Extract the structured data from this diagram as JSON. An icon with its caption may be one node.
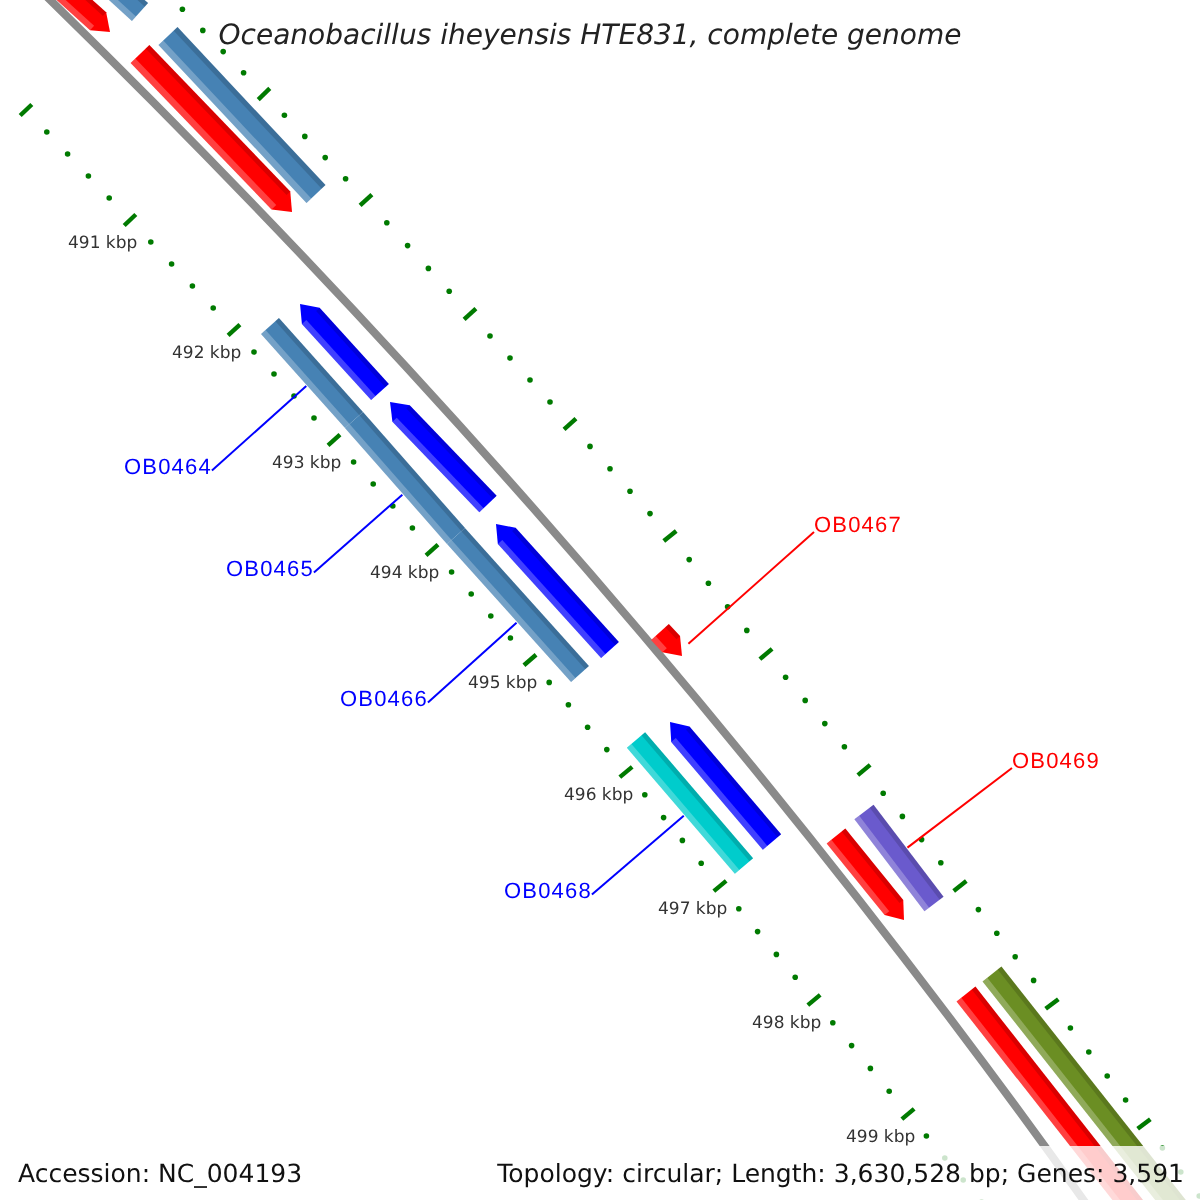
{
  "diagram": {
    "title": "Oceanobacillus iheyensis HTE831, complete genome",
    "nodes": [
      {
        "text": [
          "OB0464"
        ]
      },
      {
        "text": [
          "OB0465"
        ]
      },
      {
        "text": [
          "OB0466"
        ]
      },
      {
        "text": [
          "OB0467"
        ]
      },
      {
        "text": [
          "OB0468"
        ]
      },
      {
        "text": [
          "OB0469"
        ]
      },
      {
        "text": [],
        "shape": "bar"
      },
      {
        "text": [],
        "shape": "bar"
      },
      {
        "text": [],
        "shape": "bar"
      },
      {
        "text": [],
        "shape": "bar"
      },
      {
        "text": [],
        "shape": "bar"
      },
      {
        "text": [],
        "shape": "bar"
      }
    ],
    "edges": [
      {
        "from": 0,
        "to": 6,
        "arrow": "none",
        "color": "#0000ff"
      },
      {
        "from": 1,
        "to": 7,
        "arrow": "none",
        "color": "#0000ff"
      },
      {
        "from": 2,
        "to": 8,
        "arrow": "none",
        "color": "#0000ff"
      },
      {
        "from": 3,
        "to": 9,
        "arrow": "none",
        "color": "#ff0000"
      },
      {
        "from": 4,
        "to": 10,
        "arrow": "none",
        "color": "#0000ff"
      },
      {
        "from": 5,
        "to": 11,
        "arrow": "none",
        "color": "#ff0000"
      }
    ],
    "labels": [
      "491 kbp",
      "492 kbp",
      "493 kbp",
      "494 kbp",
      "495 kbp",
      "496 kbp",
      "497 kbp",
      "498 kbp",
      "499 kbp",
      "Accession: NC_004193",
      "Topology: circular; Length: 3,630,528 bp; Genes: 3,591"
    ]
  }
}
